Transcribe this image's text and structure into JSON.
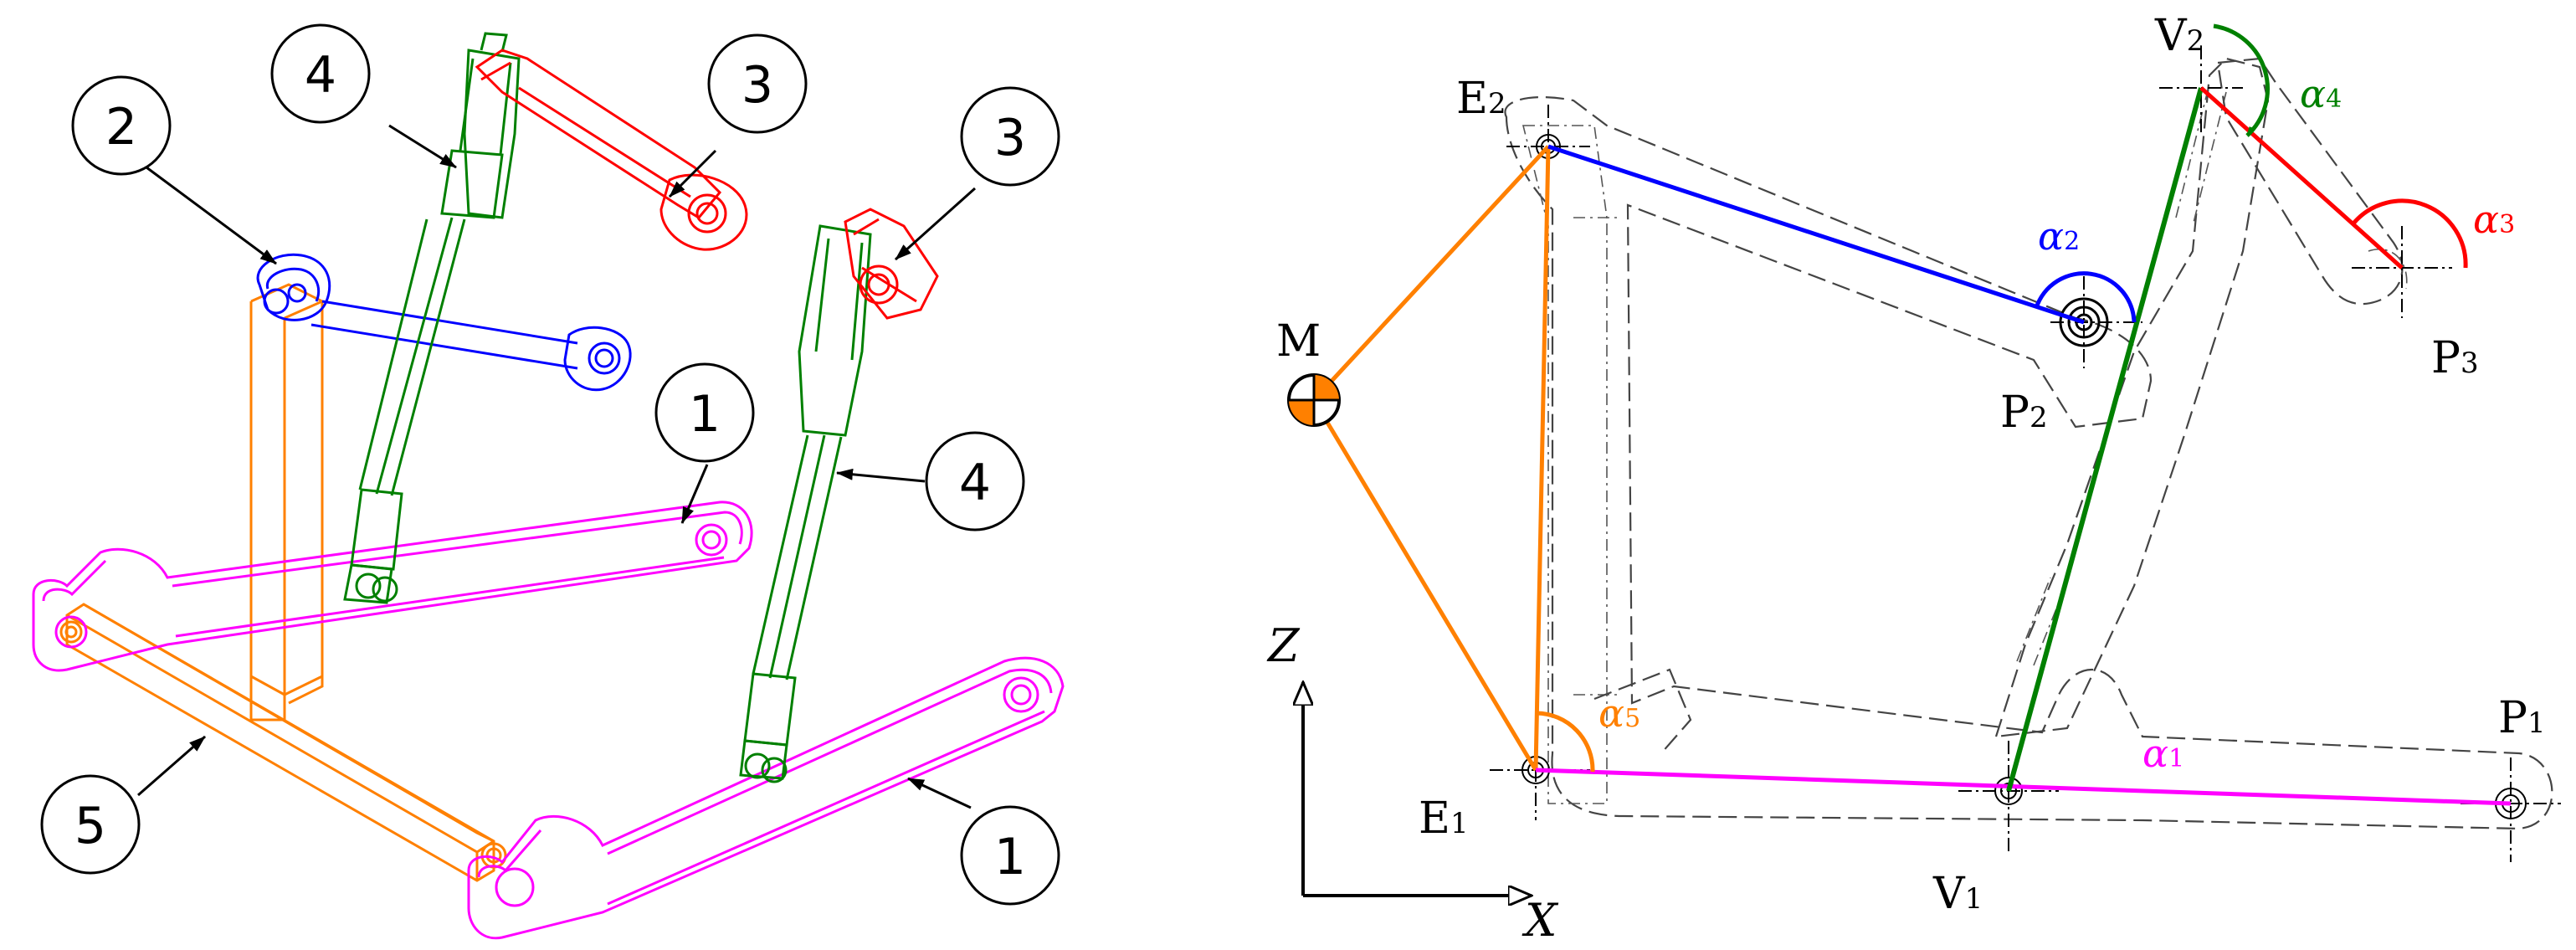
{
  "callouts": [
    {
      "n": "2",
      "color": "#0000ff"
    },
    {
      "n": "4",
      "color": "#008000"
    },
    {
      "n": "3",
      "color": "#ff0000"
    },
    {
      "n": "3",
      "color": "#ff0000"
    },
    {
      "n": "1",
      "color": "#ff00ff"
    },
    {
      "n": "4",
      "color": "#008000"
    },
    {
      "n": "5",
      "color": "#ff8000"
    },
    {
      "n": "1",
      "color": "#ff00ff"
    }
  ],
  "points": {
    "E1": {
      "base": "E",
      "sub": "1"
    },
    "E2": {
      "base": "E",
      "sub": "2"
    },
    "V1": {
      "base": "V",
      "sub": "1"
    },
    "V2": {
      "base": "V",
      "sub": "2"
    },
    "P1": {
      "base": "P",
      "sub": "1"
    },
    "P2": {
      "base": "P",
      "sub": "2"
    },
    "P3": {
      "base": "P",
      "sub": "3"
    },
    "M": {
      "base": "M",
      "sub": ""
    }
  },
  "angles": [
    {
      "base": "α",
      "sub": "1",
      "color": "#ff00ff"
    },
    {
      "base": "α",
      "sub": "2",
      "color": "#0000ff"
    },
    {
      "base": "α",
      "sub": "3",
      "color": "#ff0000"
    },
    {
      "base": "α",
      "sub": "4",
      "color": "#008000"
    },
    {
      "base": "α",
      "sub": "5",
      "color": "#ff8000"
    }
  ],
  "axes": {
    "horizontal": "X",
    "vertical": "Z"
  },
  "colors": {
    "link1": "#ff00ff",
    "link2": "#0000ff",
    "link3": "#ff0000",
    "link4": "#008000",
    "link5": "#ff8000",
    "mass_marker": "#ff8000"
  }
}
